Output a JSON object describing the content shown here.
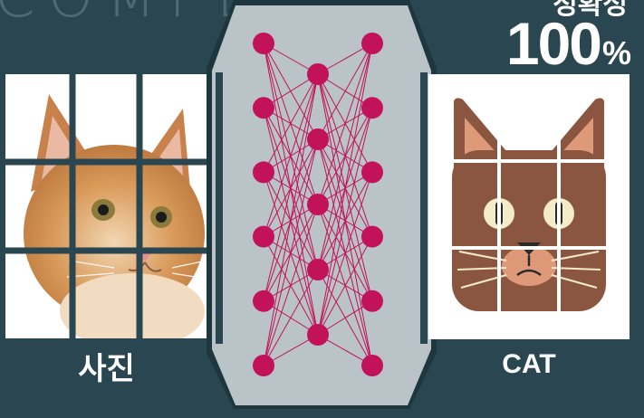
{
  "header": {
    "background_word": "COMPLETE",
    "accuracy_label": "정확성",
    "accuracy_number": "100",
    "accuracy_unit": "%"
  },
  "input": {
    "caption": "사진"
  },
  "output": {
    "caption": "CAT"
  },
  "network": {
    "layers": [
      6,
      5,
      6
    ],
    "node_color": "#c2125a",
    "edge_color": "#c2125a",
    "panel_color": "#b9c3c8"
  },
  "colors": {
    "background": "#2a4650",
    "grid_line": "#2a4650",
    "cat_fur": "#8b5640",
    "cat_ear_inner": "#de9a78"
  }
}
